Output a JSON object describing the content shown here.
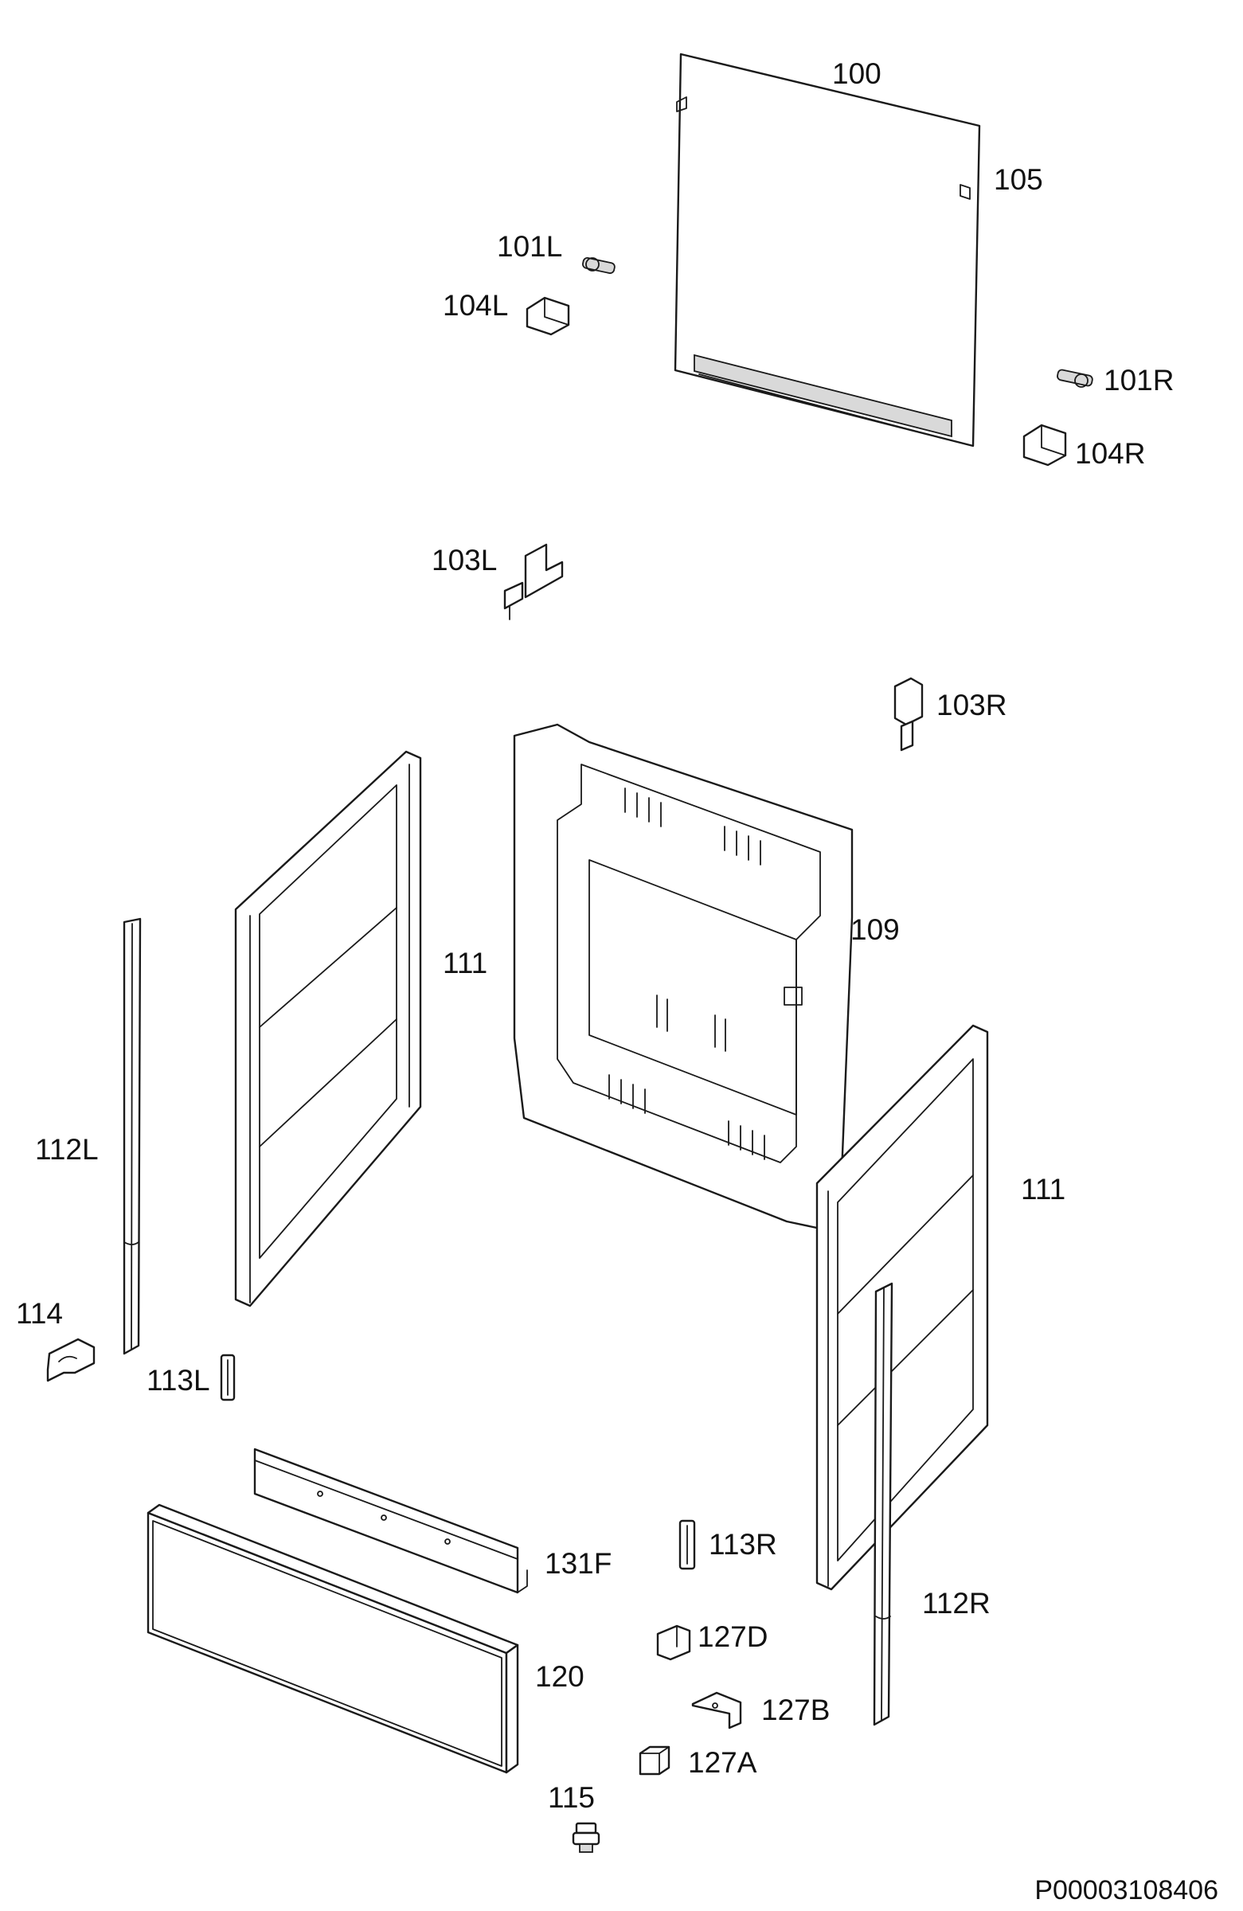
{
  "labels": {
    "p100": "100",
    "p105": "105",
    "p101L": "101L",
    "p104L": "104L",
    "p101R": "101R",
    "p104R": "104R",
    "p103L": "103L",
    "p103R": "103R",
    "p109": "109",
    "p111_left": "111",
    "p111_right": "111",
    "p112L": "112L",
    "p112R": "112R",
    "p114": "114",
    "p113L": "113L",
    "p113R": "113R",
    "p131F": "131F",
    "p120": "120",
    "p127D": "127D",
    "p127B": "127B",
    "p127A": "127A",
    "p115": "115"
  },
  "reference_number": "P00003108406"
}
